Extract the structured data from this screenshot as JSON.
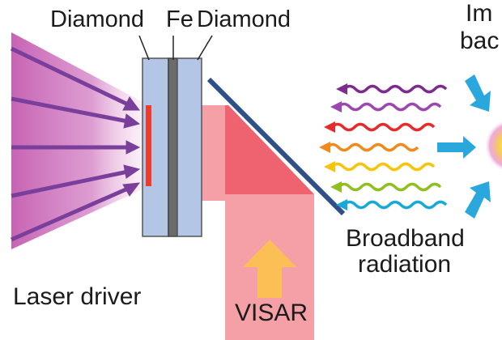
{
  "labels": {
    "diamond_left": "Diamond",
    "fe": "Fe",
    "diamond_right": "Diamond",
    "laser_driver": "Laser driver",
    "visar": "VISAR",
    "broadband_line1": "Broadband",
    "broadband_line2": "radiation",
    "imaging_partial_line1": "Im",
    "imaging_partial_line2": "bac"
  },
  "colors": {
    "laser_glow": "#c45bb0",
    "laser_arrow": "#7a3f9b",
    "diamond": "#b3c6e6",
    "iron": "#6b6b6b",
    "hot_spot": "#ef3b2c",
    "visar_beam": "#f5a0a6",
    "visar_beam_dark": "#ef6270",
    "visar_arrow": "#fbbf55",
    "mirror": "#2e4f8a",
    "backlighter_arrow": "#2aa8de",
    "wave_colors": [
      "#7d2b8f",
      "#9c46b0",
      "#e52b2b",
      "#f08a1c",
      "#f6c40a",
      "#8fbf21",
      "#19a9d8"
    ]
  }
}
